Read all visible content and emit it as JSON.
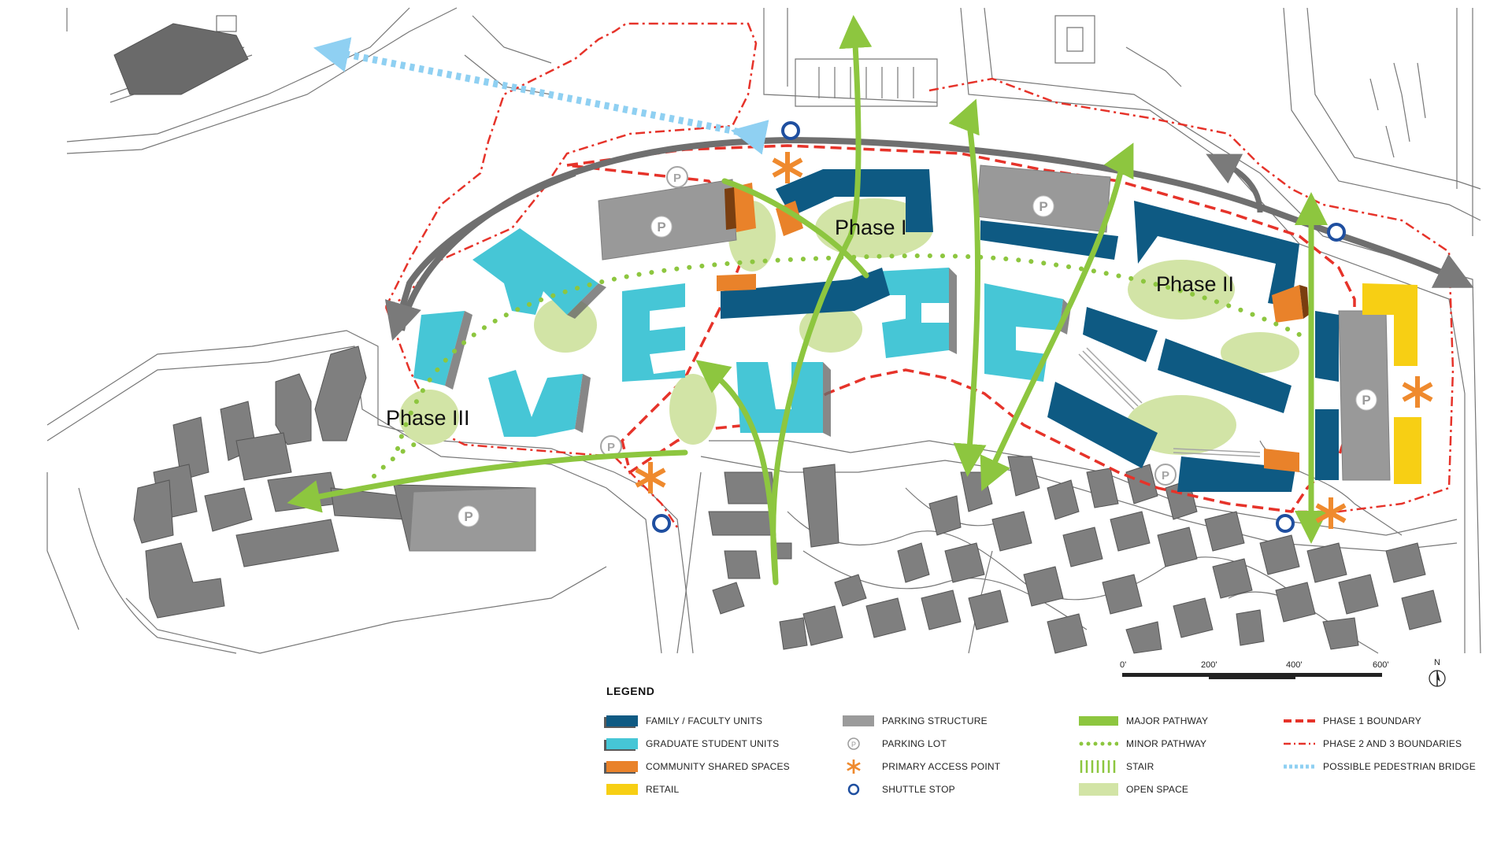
{
  "map": {
    "phase_labels": [
      "Phase I",
      "Phase II",
      "Phase III"
    ],
    "parking_symbol": "P",
    "north_label": "N",
    "scale_labels": [
      "0'",
      "200'",
      "400'",
      "600'"
    ]
  },
  "legend": {
    "title": "LEGEND",
    "items": [
      {
        "label": "FAMILY / FACULTY UNITS",
        "symbol": "dark-blue-swatch",
        "color": "#0e5a83"
      },
      {
        "label": "GRADUATE STUDENT UNITS",
        "symbol": "light-blue-swatch",
        "color": "#46c6d6"
      },
      {
        "label": "COMMUNITY SHARED SPACES",
        "symbol": "orange-swatch",
        "color": "#e9822a"
      },
      {
        "label": "RETAIL",
        "symbol": "yellow-swatch",
        "color": "#f7cf14"
      },
      {
        "label": "PARKING STRUCTURE",
        "symbol": "gray-swatch",
        "color": "#9b9b9b"
      },
      {
        "label": "PARKING LOT",
        "symbol": "parking-circle-icon"
      },
      {
        "label": "PRIMARY ACCESS POINT",
        "symbol": "asterisk-icon",
        "color": "#ef8a2e"
      },
      {
        "label": "SHUTTLE STOP",
        "symbol": "shuttle-circle-icon",
        "color": "#1f4fa0"
      },
      {
        "label": "MAJOR PATHWAY",
        "symbol": "green-line",
        "color": "#8dc63f"
      },
      {
        "label": "MINOR PATHWAY",
        "symbol": "green-dots",
        "color": "#8dc63f"
      },
      {
        "label": "STAIR",
        "symbol": "stair-hatch",
        "color": "#8dc63f"
      },
      {
        "label": "OPEN SPACE",
        "symbol": "open-space-swatch",
        "color": "#d2e4a6"
      },
      {
        "label": "PHASE 1 BOUNDARY",
        "symbol": "red-dashed-line",
        "color": "#e6332a"
      },
      {
        "label": "PHASE 2 AND 3 BOUNDARIES",
        "symbol": "red-dash-dot-line",
        "color": "#e6332a"
      },
      {
        "label": "POSSIBLE PEDESTRIAN BRIDGE",
        "symbol": "blue-dotted-arrow",
        "color": "#8fd0f2"
      }
    ]
  }
}
